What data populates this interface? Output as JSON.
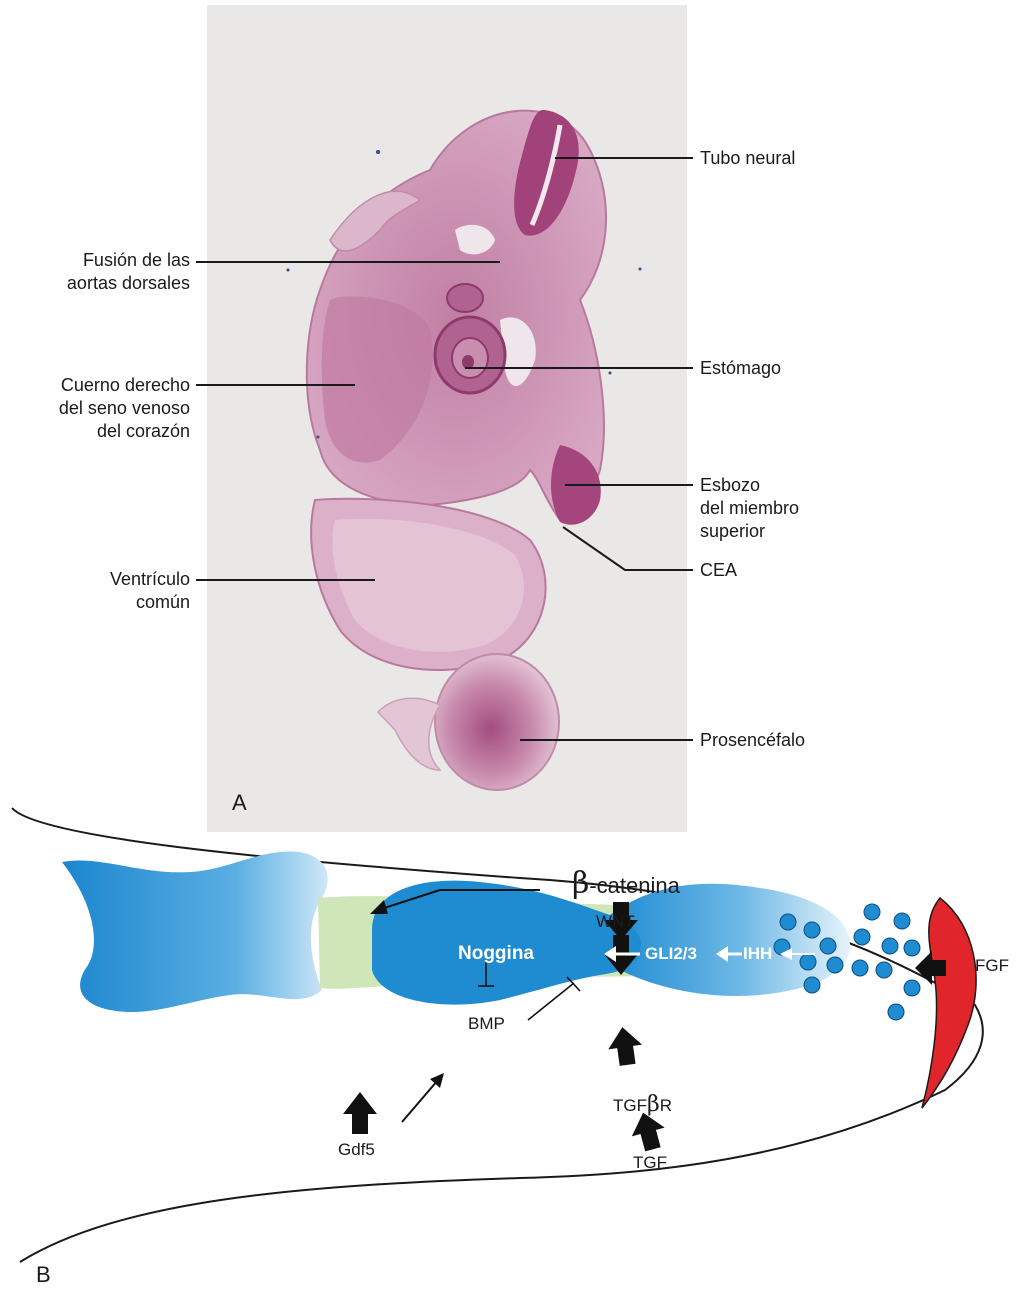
{
  "panel_a": {
    "letter": "A",
    "labels": {
      "tubo_neural": "Tubo neural",
      "fusion": "Fusión de las\naortas dorsales",
      "estomago": "Estómago",
      "cuerno": "Cuerno derecho\ndel seno venoso\ndel corazón",
      "esbozo": "Esbozo\ndel miembro\nsuperior",
      "cea": "CEA",
      "ventriculo": "Ventrículo\ncomún",
      "prosencefalo": "Prosencéfalo"
    }
  },
  "panel_b": {
    "letter": "B",
    "labels": {
      "wnt": "WNT",
      "beta_symbol": "β",
      "catenina": "-catenina",
      "noggina": "Noggina",
      "gli": "GLI2/3",
      "ihh": "IHH",
      "fgf": "FGF",
      "bmp": "BMP",
      "tgf_prefix": "TGF",
      "tgf_beta": "β",
      "tgf_r": "R",
      "tgf": "TGF",
      "gdf5": "Gdf5"
    }
  },
  "colors": {
    "photo_bg": "#e9e8e6",
    "tissue": "#c98db0",
    "bone_blue": "#1f8bd1",
    "perichondrium_green": "#cfe6b8",
    "aer_red": "#e0262b"
  }
}
